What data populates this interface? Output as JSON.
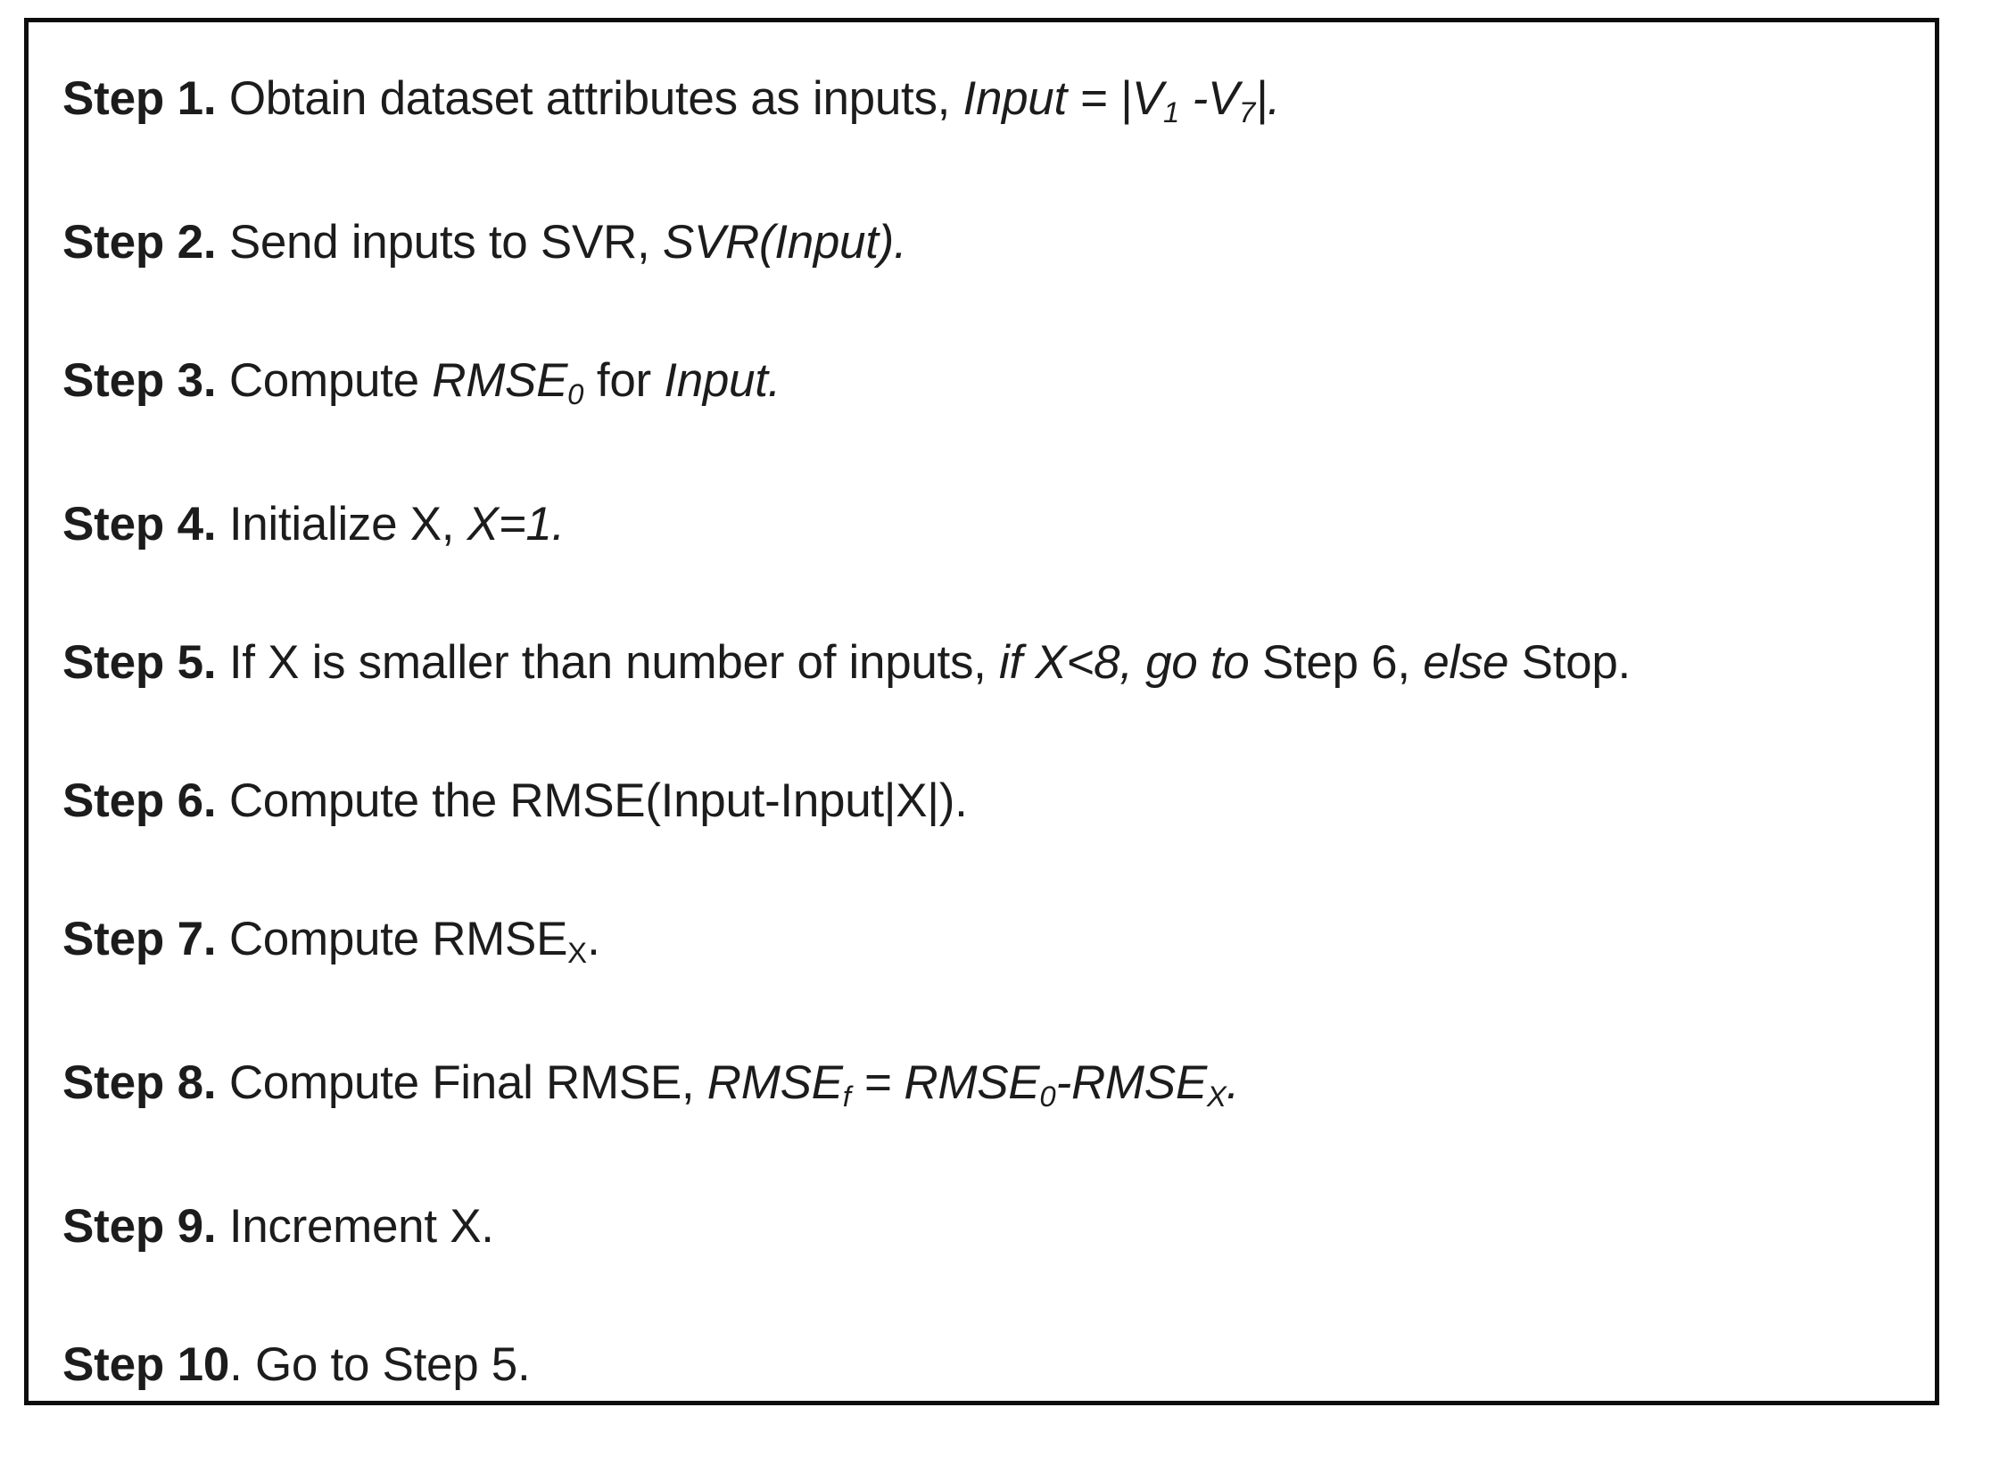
{
  "figure": {
    "kind": "algorithm-pseudocode-box",
    "border_color": "#0d0d0d",
    "background_color": "#ffffff",
    "text_color": "#1c1c1c"
  },
  "steps": [
    {
      "label": "Step 1.",
      "text": "Obtain dataset attributes as inputs,",
      "formula_plain": "Input = |V1 -V7|.",
      "formula_parts": {
        "a": "Input",
        "b": " = |V",
        "sub1": "1",
        "c": " -V",
        "sub2": "7",
        "d": "|."
      }
    },
    {
      "label": "Step 2.",
      "text": "Send inputs to SVR,",
      "formula_plain": "SVR(Input).",
      "formula_parts": {
        "a": "SVR(Input)."
      }
    },
    {
      "label": "Step 3.",
      "text": "Compute",
      "formula_plain": "RMSE0",
      "mid": "for",
      "formula2_plain": "Input.",
      "formula_parts": {
        "a": "RMSE",
        "sub1": "0"
      }
    },
    {
      "label": "Step 4.",
      "text": "Initialize X,",
      "formula_plain": "X=1.",
      "formula_parts": {
        "a": "X=1."
      }
    },
    {
      "label": "Step 5.",
      "text": "If X is smaller than number of inputs,",
      "formula_plain": "if X<8, go to",
      "mid": "Step 6,",
      "formula2_plain": "else",
      "tail": "Stop."
    },
    {
      "label": "Step 6.",
      "text": "Compute the RMSE(Input-Input|X|)."
    },
    {
      "label": "Step 7.",
      "text_a": "Compute RMSE",
      "sub": "X",
      "text_b": "."
    },
    {
      "label": "Step 8.",
      "text": "Compute Final RMSE,",
      "formula_plain": "RMSEf = RMSE0-RMSEX.",
      "formula_parts": {
        "a": "RMSE",
        "sub1": "f",
        "b": " = RMSE",
        "sub2": "0",
        "c": "-RMSE",
        "sub3": "X",
        "d": "."
      }
    },
    {
      "label": "Step 9.",
      "text": "Increment X."
    },
    {
      "label": "Step 10",
      "text": ". Go to Step 5."
    }
  ]
}
